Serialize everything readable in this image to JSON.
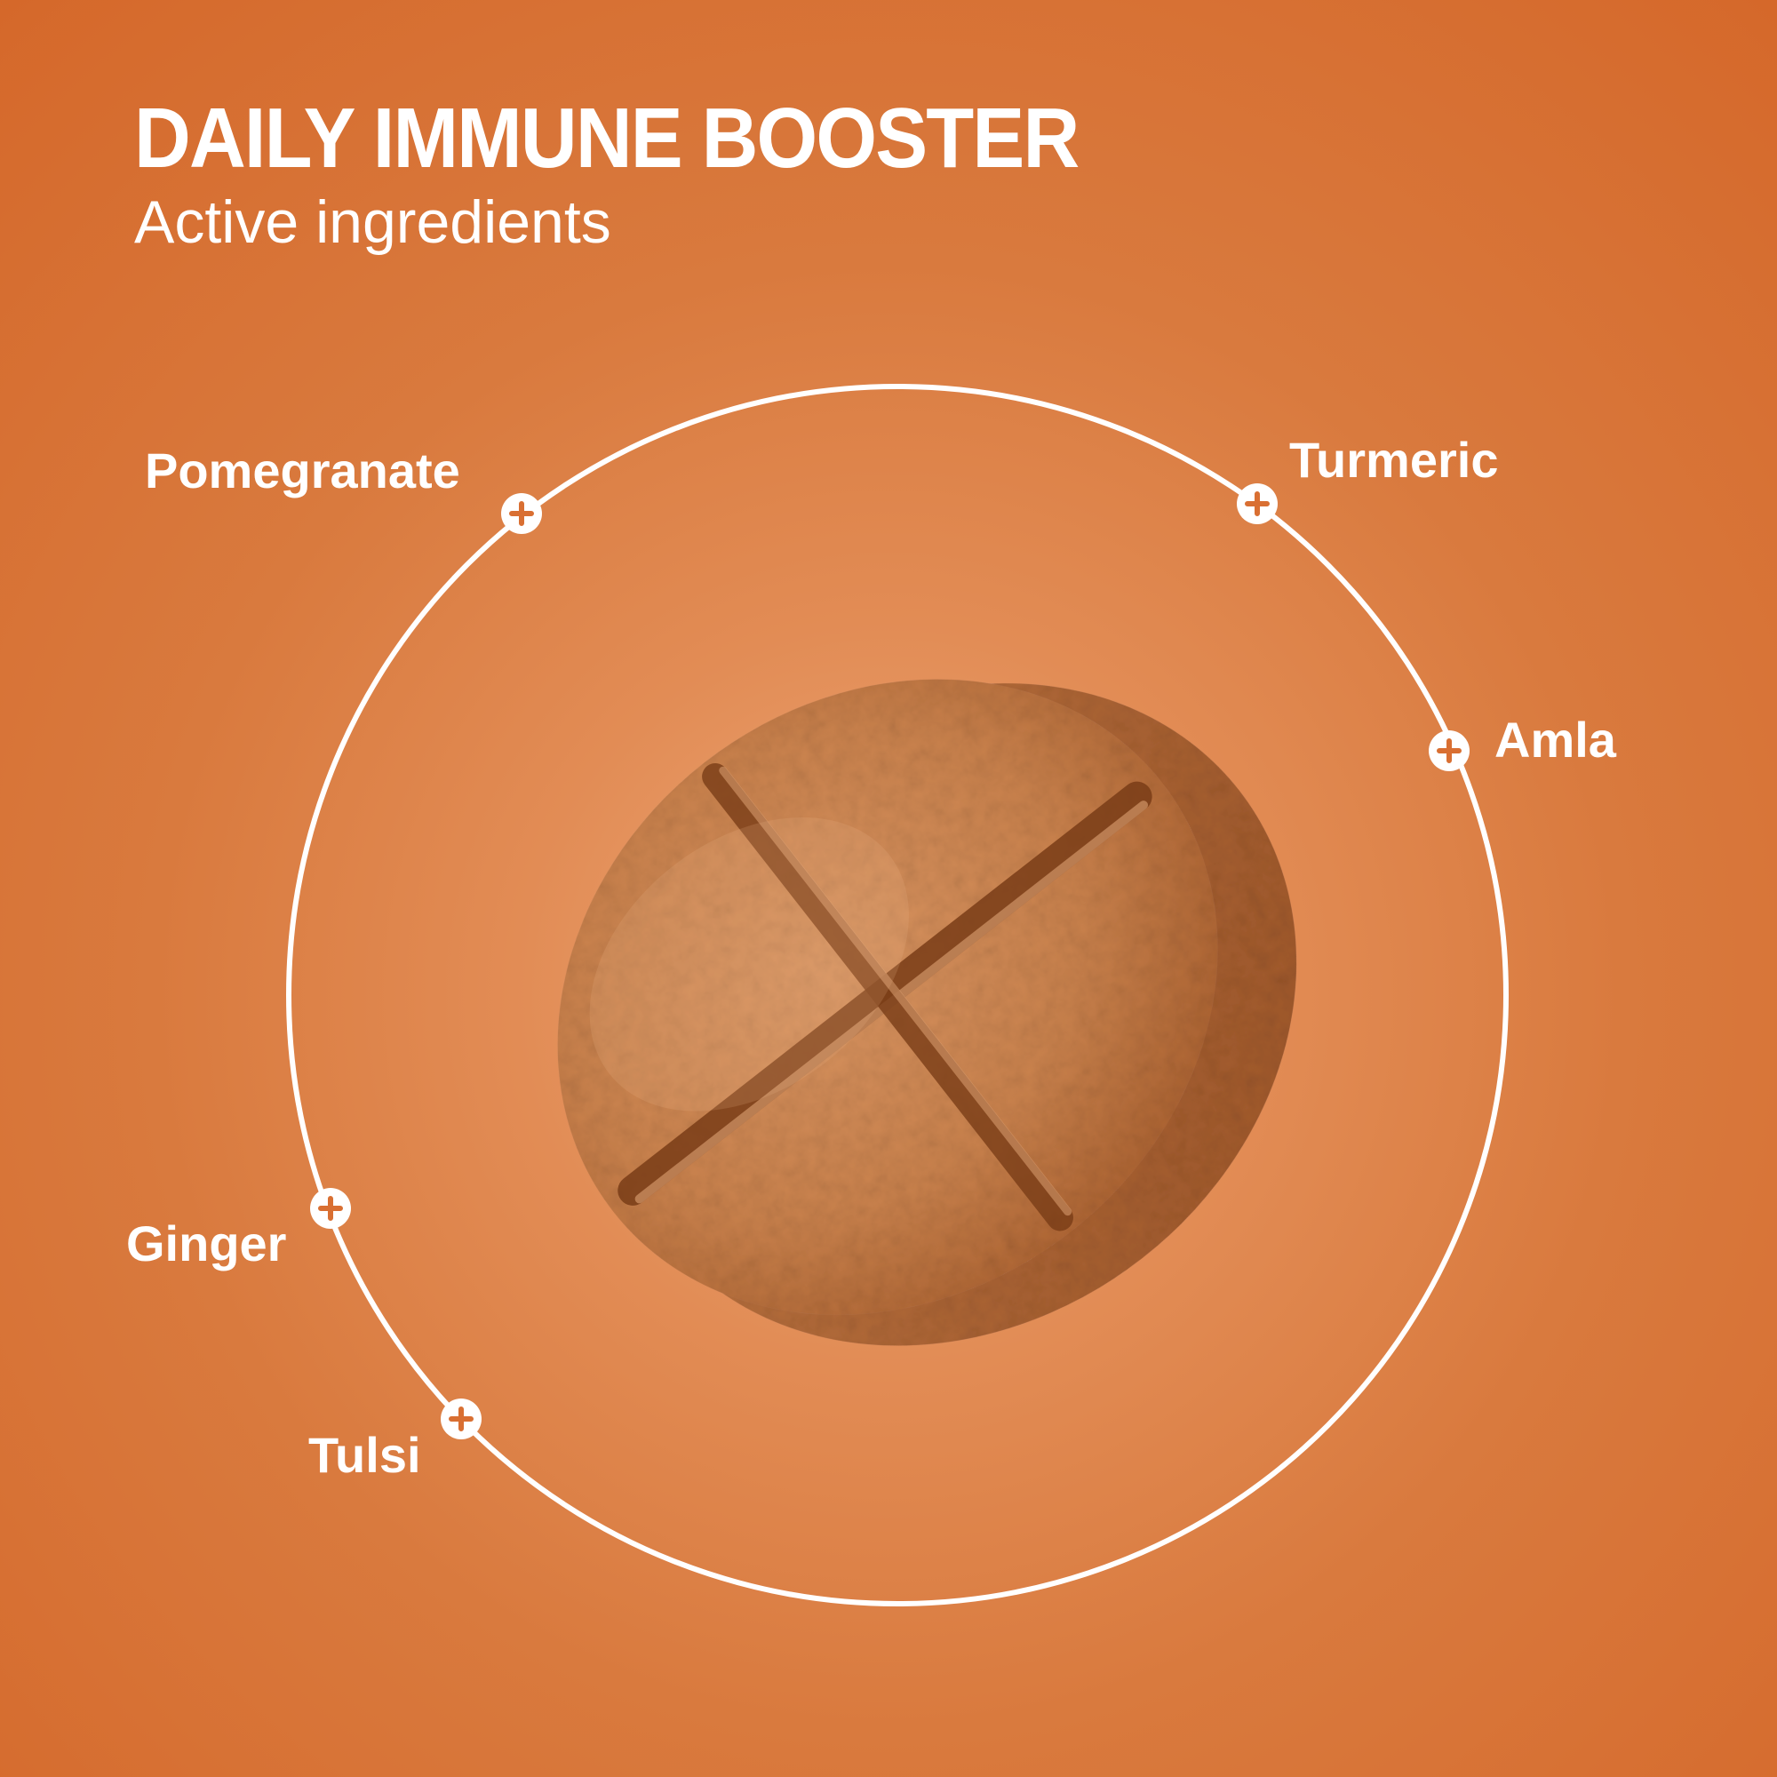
{
  "header": {
    "title": "DAILY IMMUNE BOOSTER",
    "subtitle": "Active ingredients"
  },
  "ingredients": [
    {
      "label": "Pomegranate"
    },
    {
      "label": "Turmeric"
    },
    {
      "label": "Amla"
    },
    {
      "label": "Ginger"
    },
    {
      "label": "Tulsi"
    }
  ],
  "colors": {
    "background": "#d96f32",
    "accent": "#ffffff",
    "tablet": "#c8804a"
  },
  "icons": {
    "marker": "plus-circle-icon",
    "product": "tablet-image"
  }
}
